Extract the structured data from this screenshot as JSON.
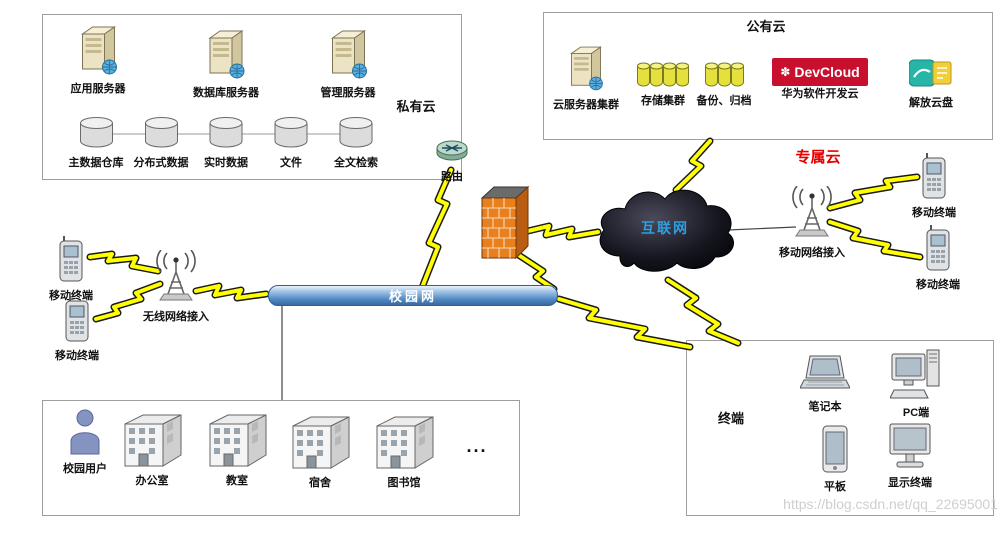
{
  "private_cloud": {
    "label": "私有云",
    "servers": [
      {
        "label": "应用服务器"
      },
      {
        "label": "数据库服务器"
      },
      {
        "label": "管理服务器"
      }
    ],
    "storage": [
      {
        "label": "主数据仓库"
      },
      {
        "label": "分布式数据"
      },
      {
        "label": "实时数据"
      },
      {
        "label": "文件"
      },
      {
        "label": "全文检索"
      }
    ]
  },
  "public_cloud": {
    "title": "公有云",
    "items": [
      {
        "label": "云服务器集群"
      },
      {
        "label": "存储集群"
      },
      {
        "label": "备份、归档"
      },
      {
        "label": "华为软件开发云"
      },
      {
        "label": "解放云盘"
      }
    ],
    "devcloud_glyph": "✽",
    "devcloud_brand": "DevCloud"
  },
  "dedicated_cloud": {
    "label": "专属云"
  },
  "network": {
    "router": "路由",
    "internet": "互联网",
    "campus": "校园网",
    "wireless_access": "无线网络接入",
    "mobile_access": "移动网络接入",
    "mobile_terminal": "移动终端"
  },
  "campus": {
    "user": "校园用户",
    "buildings": [
      {
        "label": "办公室"
      },
      {
        "label": "教室"
      },
      {
        "label": "宿舍"
      },
      {
        "label": "图书馆"
      }
    ],
    "more": "..."
  },
  "terminals": {
    "title": "终端",
    "devices": [
      {
        "label": "笔记本"
      },
      {
        "label": "PC端"
      },
      {
        "label": "平板"
      },
      {
        "label": "显示终端"
      }
    ]
  },
  "watermark": "https://blog.csdn.net/qq_22695001",
  "colors": {
    "bolt": "#ffff00",
    "campus_pipe": "#5089c2",
    "dedicated_cloud_text": "#e60000",
    "internet_text": "#2e9fe0",
    "devcloud_bg": "#c8102e"
  }
}
